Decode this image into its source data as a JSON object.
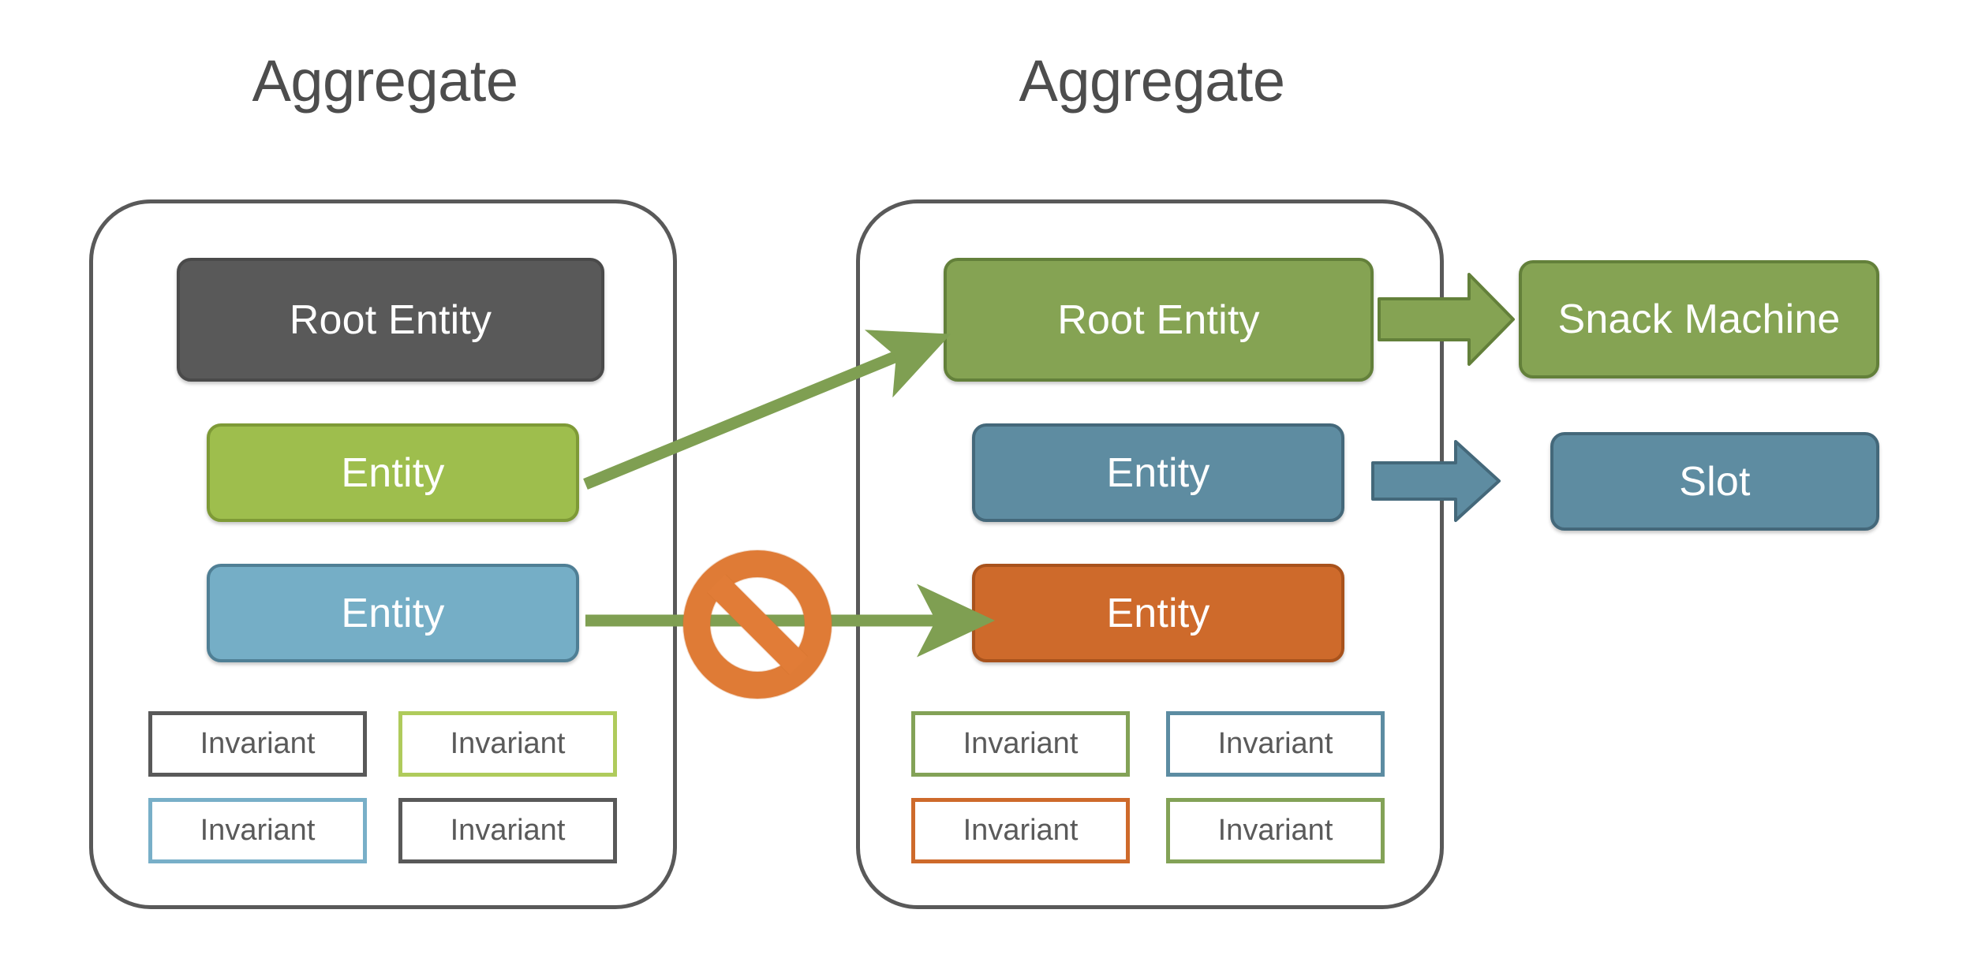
{
  "diagram": {
    "titles": {
      "left": "Aggregate",
      "right": "Aggregate"
    },
    "left_aggregate": {
      "entities": [
        {
          "label": "Root Entity",
          "color": "#595959",
          "style": "dark"
        },
        {
          "label": "Entity",
          "color": "#9EBE4D",
          "style": "lime"
        },
        {
          "label": "Entity",
          "color": "#75AEC6",
          "style": "blue"
        }
      ],
      "invariants": [
        {
          "label": "Invariant",
          "border_color": "#595959"
        },
        {
          "label": "Invariant",
          "border_color": "#AFCB5C"
        },
        {
          "label": "Invariant",
          "border_color": "#78AFC8"
        },
        {
          "label": "Invariant",
          "border_color": "#595959"
        }
      ]
    },
    "right_aggregate": {
      "entities": [
        {
          "label": "Root Entity",
          "color": "#85A353",
          "style": "olive"
        },
        {
          "label": "Entity",
          "color": "#5E8CA1",
          "style": "steel"
        },
        {
          "label": "Entity",
          "color": "#CE6A2B",
          "style": "orange"
        }
      ],
      "invariants": [
        {
          "label": "Invariant",
          "border_color": "#83A257"
        },
        {
          "label": "Invariant",
          "border_color": "#5C8CA2"
        },
        {
          "label": "Invariant",
          "border_color": "#CE6A2B"
        },
        {
          "label": "Invariant",
          "border_color": "#83A257"
        }
      ]
    },
    "external_boxes": [
      {
        "label": "Snack Machine",
        "color": "#85A353",
        "style": "olive"
      },
      {
        "label": "Slot",
        "color": "#5E8CA1",
        "style": "steel"
      }
    ],
    "connectors": [
      {
        "name": "allowed-reference",
        "from": "left-entity-lime",
        "to": "right-root-entity",
        "color": "#7F9F52",
        "kind": "line-arrow",
        "blocked": false
      },
      {
        "name": "forbidden-reference",
        "from": "left-entity-blue",
        "to": "right-entity-orange",
        "color": "#7F9F52",
        "kind": "line-arrow",
        "blocked": true
      },
      {
        "name": "root-to-snack-machine",
        "from": "right-root-entity",
        "to": "snack-machine",
        "color": "#85A353",
        "kind": "block-arrow",
        "blocked": false
      },
      {
        "name": "entity-to-slot",
        "from": "right-entity-steel",
        "to": "slot",
        "color": "#5E8CA1",
        "kind": "block-arrow",
        "blocked": false
      }
    ],
    "prohibition_sign": {
      "name": "no-entry-icon",
      "color": "#E8823C",
      "stroke": "#C96A28"
    },
    "colors": {
      "container_border": "#595959",
      "title_text": "#4d4d4d",
      "background": "#ffffff",
      "invariant_text": "#5a5a5a"
    }
  }
}
